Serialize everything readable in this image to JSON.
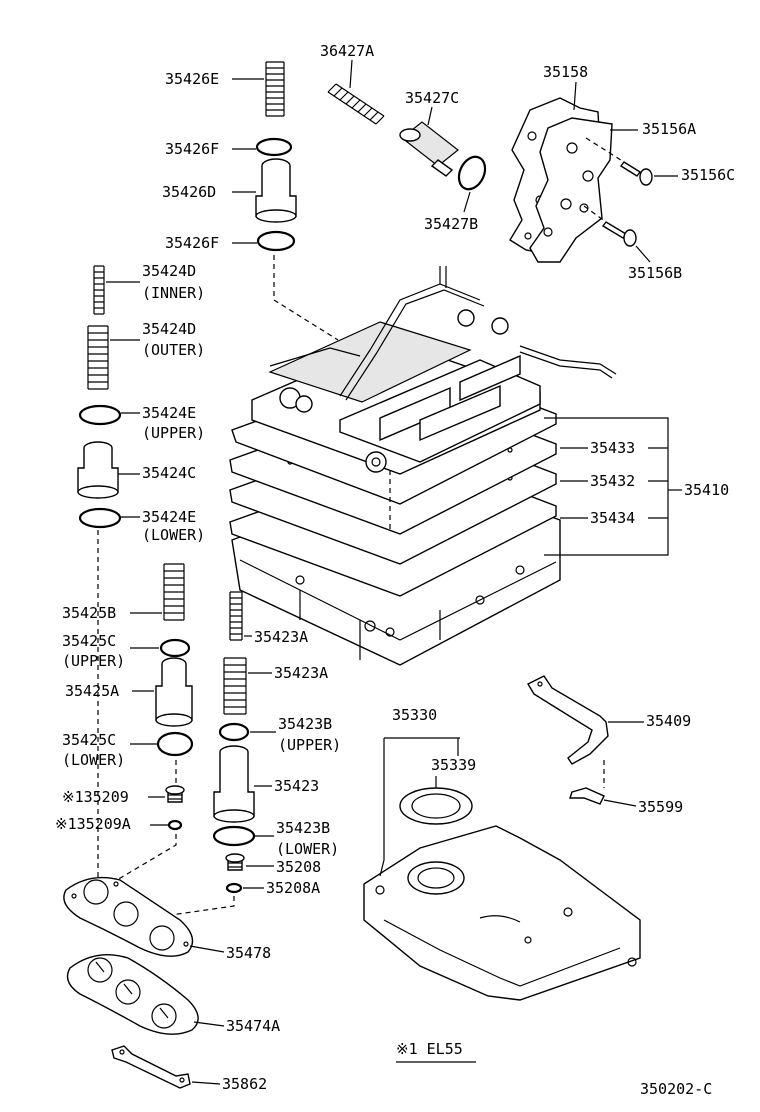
{
  "diagram": {
    "labels": {
      "p35426E": "35426E",
      "p35426F_top": "35426F",
      "p35426D": "35426D",
      "p35426F_bottom": "35426F",
      "p36427A": "36427A",
      "p35427C": "35427C",
      "p35427B": "35427B",
      "p35158": "35158",
      "p35156A": "35156A",
      "p35156C": "35156C",
      "p35156B": "35156B",
      "p35424D_inner": "35424D",
      "p35424D_inner_note": "(INNER)",
      "p35424D_outer": "35424D",
      "p35424D_outer_note": "(OUTER)",
      "p35424E_upper": "35424E",
      "p35424E_upper_note": "(UPPER)",
      "p35424C": "35424C",
      "p35424E_lower": "35424E",
      "p35424E_lower_note": "(LOWER)",
      "p35433": "35433",
      "p35432": "35432",
      "p35410": "35410",
      "p35434": "35434",
      "p35425B": "35425B",
      "p35423A_small": "35423A",
      "p35425C_upper": "35425C",
      "p35425C_upper_note": "(UPPER)",
      "p35423A_large": "35423A",
      "p35425A": "35425A",
      "p35423B_upper": "35423B",
      "p35423B_upper_note": "(UPPER)",
      "p35425C_lower": "35425C",
      "p35425C_lower_note": "(LOWER)",
      "p35423": "35423",
      "p135209": "※135209",
      "p135209A": "※135209A",
      "p35423B_lower": "35423B",
      "p35423B_lower_note": "(LOWER)",
      "p35208": "35208",
      "p35208A": "35208A",
      "p35330": "35330",
      "p35339": "35339",
      "p35409": "35409",
      "p35599": "35599",
      "p35478": "35478",
      "p35474A": "35474A",
      "p35862": "35862",
      "footnote": "※1 EL55",
      "figure_code": "350202-C"
    }
  }
}
